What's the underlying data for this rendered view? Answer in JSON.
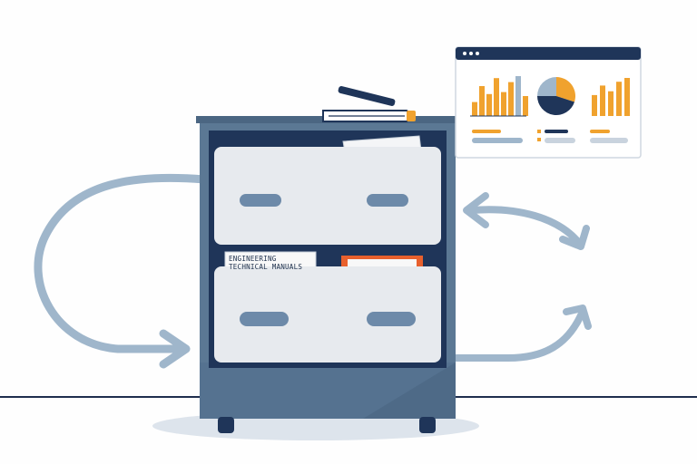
{
  "folder_label": {
    "line1": "ENGINEERING",
    "line2": "TECHNICAL MANUALS"
  },
  "icons": {
    "cabinet": "filing-cabinet-icon",
    "pencil": "pencil-icon",
    "dashboard": "analytics-dashboard-icon",
    "flow": "circular-arrow-icon"
  },
  "colors": {
    "cabinet_body": "#5b7894",
    "cabinet_dark": "#1f3559",
    "drawer": "#e7eaee",
    "handle": "#6d8aa9",
    "arrow": "#9fb6cb",
    "accent_orange": "#f0a22e",
    "accent_red_orange": "#e8602d",
    "floor_line": "#1f2e4d",
    "shadow": "#dde4ec"
  },
  "dashboard": {
    "bar_chart_left": [
      0.35,
      0.75,
      0.55,
      0.95,
      0.6,
      0.85,
      1.0,
      0.5
    ],
    "pie_slices": [
      0.3,
      0.45,
      0.25
    ],
    "bar_chart_right": [
      0.55,
      0.8,
      0.65,
      0.9,
      1.0
    ]
  }
}
